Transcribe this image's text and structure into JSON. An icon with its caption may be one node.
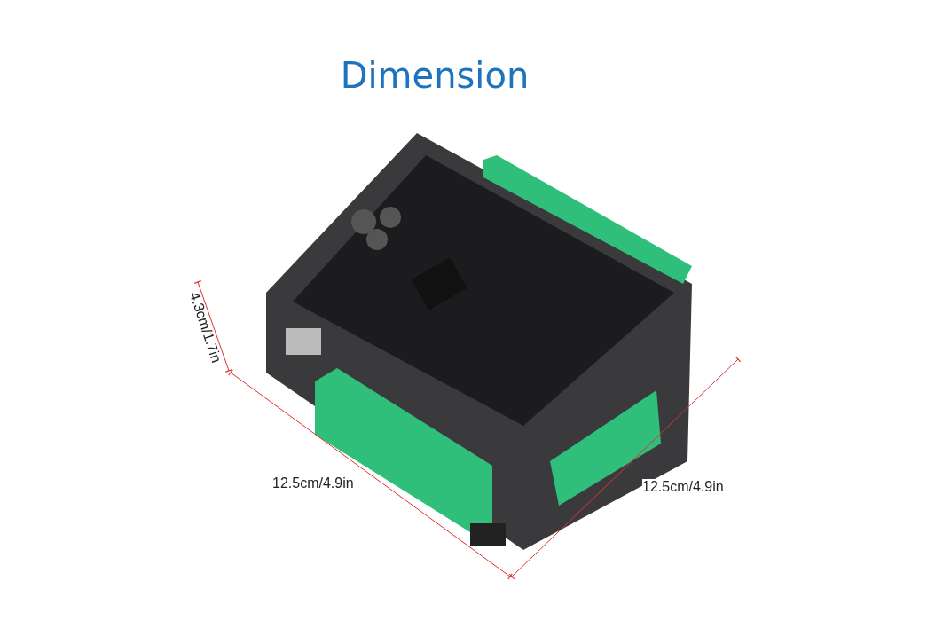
{
  "diagram": {
    "title": "Dimension",
    "labels": [
      "4.3cm/1.7in",
      "12.5cm/4.9in",
      "12.5cm/4.9in"
    ]
  }
}
